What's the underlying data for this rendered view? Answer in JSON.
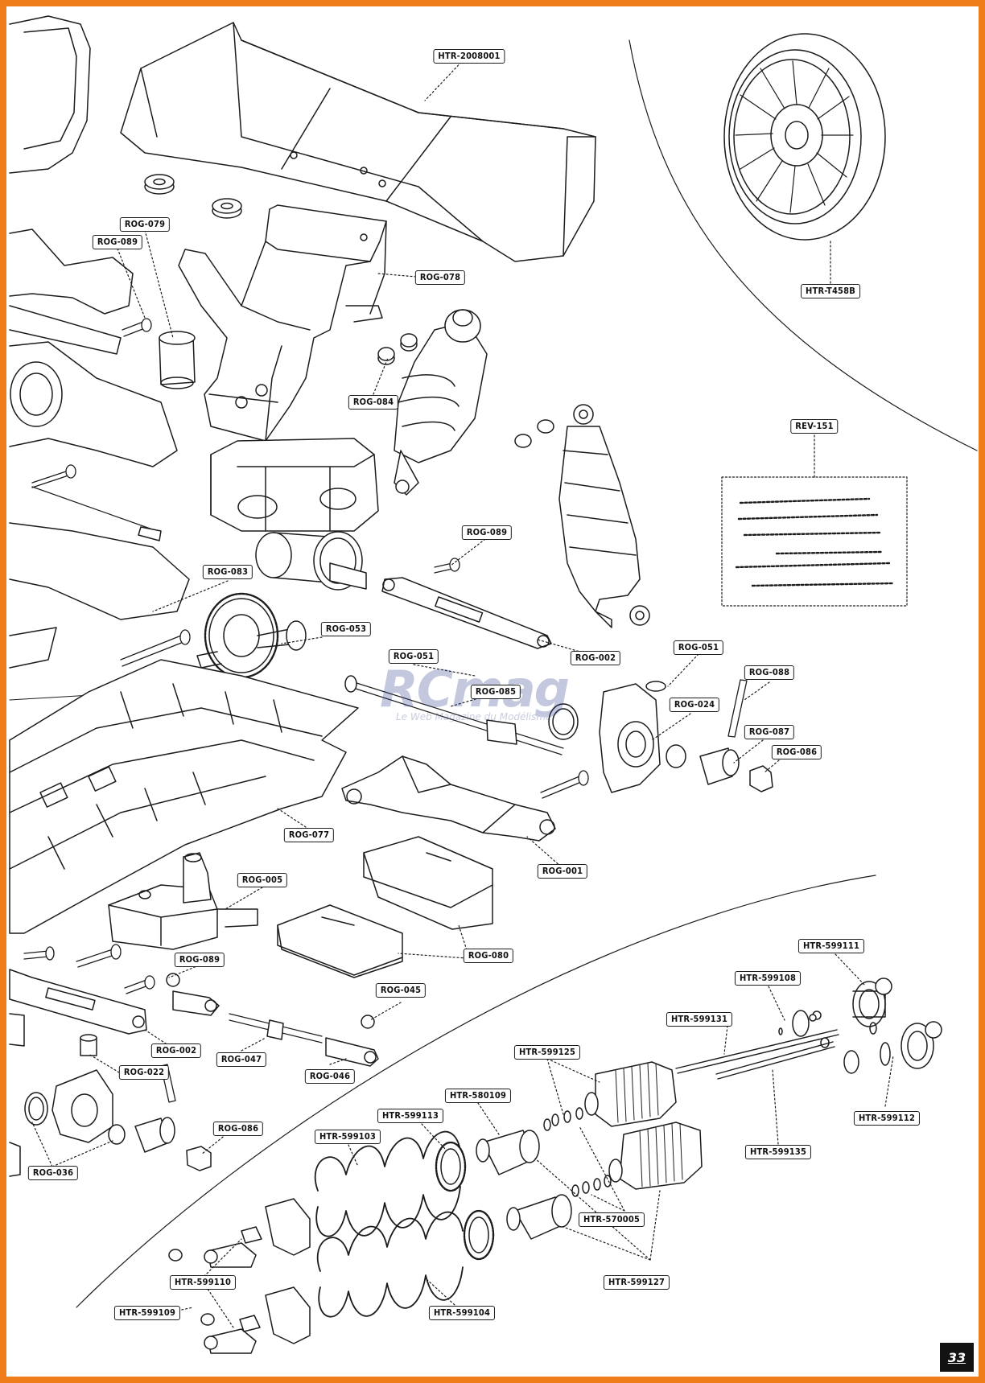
{
  "page": {
    "number": "33"
  },
  "watermark": {
    "brand": "RCmag",
    "tagline": "Le Web Magazine du Modélisme"
  },
  "colors": {
    "frame": "#ef7d1a",
    "ink": "#1c1c1c",
    "page_number_bg": "#121212"
  },
  "labels": [
    "HTR-2008001",
    "HTR-T458B",
    "ROG-079",
    "ROG-089",
    "ROG-078",
    "ROG-084",
    "REV-151",
    "ROG-089",
    "ROG-083",
    "ROG-053",
    "ROG-002",
    "ROG-051",
    "ROG-051",
    "ROG-085",
    "ROG-024",
    "ROG-088",
    "ROG-087",
    "ROG-086",
    "ROG-077",
    "ROG-001",
    "ROG-005",
    "ROG-080",
    "ROG-089",
    "ROG-045",
    "ROG-002",
    "ROG-047",
    "ROG-046",
    "ROG-022",
    "ROG-086",
    "ROG-036",
    "HTR-599111",
    "HTR-599108",
    "HTR-599131",
    "HTR-599125",
    "HTR-580109",
    "HTR-599113",
    "HTR-599103",
    "HTR-599112",
    "HTR-599135",
    "HTR-570005",
    "HTR-599127",
    "HTR-599110",
    "HTR-599109",
    "HTR-599104"
  ]
}
